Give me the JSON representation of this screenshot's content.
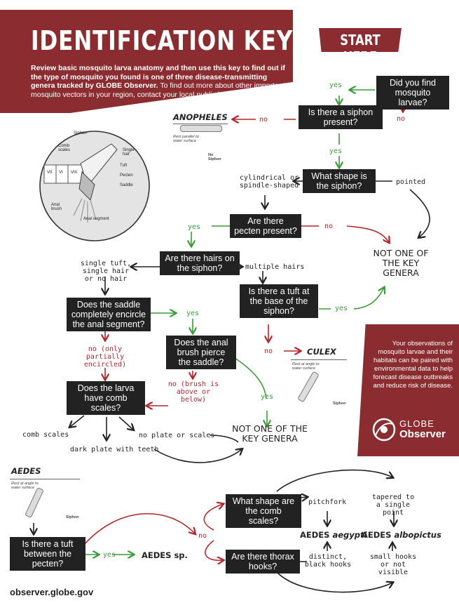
{
  "title": "IDENTIFICATION KEY",
  "intro_bold": "Review basic mosquito larva anatomy and then use this key to find out if the type of mosquito you found is one of three disease-transmitting genera tracked by GLOBE Observer.",
  "intro_light": "To find out more about other important mosquito vectors in your region, contact your local public health department.",
  "start_here": "START HERE",
  "questions": {
    "q1": "Did you find mosquito larvae?",
    "q2": "Is there a siphon present?",
    "q3": "What shape is the siphon?",
    "q4": "Are there pecten present?",
    "q5": "Are there hairs on the siphon?",
    "q6": "Is there a tuft at the base of the siphon?",
    "q7": "Does the saddle completely encircle the anal segment?",
    "q8": "Does the anal brush pierce the saddle?",
    "q9": "Does the larva have comb scales?",
    "q10": "Is there a tuft between the pecten?",
    "q11": "What shape are the comb scales?",
    "q12": "Are there thorax hooks?"
  },
  "answers": {
    "yes": "yes",
    "no": "no",
    "cylindrical": "cylindrical or spindle-shaped",
    "pointed": "pointed",
    "single_tuft": "single tuft, single hair or no hair",
    "multiple_hairs": "multiple hairs",
    "partial": "no (only partially encircled)",
    "brush": "no (brush is above or below)",
    "comb_scales": "comb scales",
    "dark_plate": "dark plate with teeth",
    "no_plate": "no plate or scales",
    "pitchfork": "pitchfork",
    "tapered": "tapered to a single point",
    "distinct_hooks": "distinct, black hooks",
    "small_hooks": "small hooks or not visible"
  },
  "results": {
    "anopheles": "ANOPHELES",
    "culex": "CULEX",
    "aedes": "AEDES",
    "aedes_sp": "AEDES sp.",
    "aegypti_genus": "AEDES",
    "aegypti_species": "aegypti",
    "albopictus_genus": "AEDES",
    "albopictus_species": "albopictus",
    "not_one_1": "NOT ONE OF THE KEY GENERA",
    "not_one_2": "NOT ONE OF THE KEY GENERA"
  },
  "figure_labels": {
    "rest_parallel": "Rest parallel to water surface",
    "no_siphon": "No Siphon",
    "rest_angle_culex": "Rest at angle to water surface",
    "siphon_culex": "Siphon",
    "rest_angle_aedes": "Rest at angle to water surface",
    "siphon_aedes": "Siphon"
  },
  "anatomy": {
    "siphon": "Siphon",
    "comb_scales": "Comb scales",
    "single_hair": "Single hair",
    "tuft": "Tuft",
    "pecten": "Pecten",
    "saddle": "Saddle",
    "anal_brush": "Anal brush",
    "anal_segment": "Anal segment",
    "seg_vii": "VII",
    "seg_vi": "VI",
    "seg_viii": "VIII"
  },
  "observer_text": "Your observations of mosquito larvae and their habitats can be paired with environmental data to help forecast disease outbreaks and reduce risk of disease.",
  "logo": {
    "line1": "GLOBE",
    "line2": "Observer"
  },
  "footer_url": "observer.globe.gov",
  "colors": {
    "banner": "#8b2d30",
    "box": "#222222",
    "yes": "#3a9b3a",
    "no": "#b3262b"
  }
}
